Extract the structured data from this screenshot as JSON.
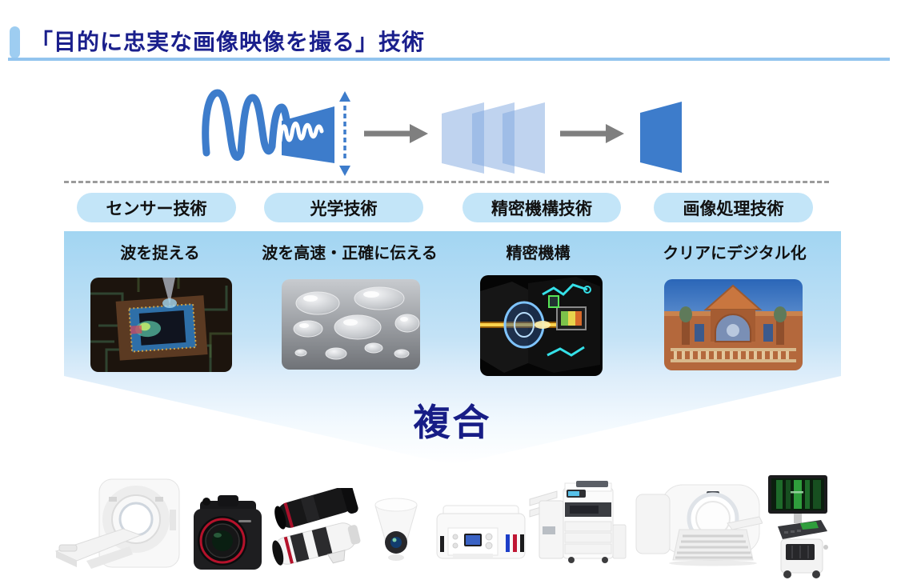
{
  "page": {
    "title": "「目的に忠実な画像映像を撮る」技術"
  },
  "colors": {
    "title_navy": "#1a1f8c",
    "header_accent_blue": "#9ecdf1",
    "underline_blue": "#92c4ee",
    "diagram_blue": "#3d7ccb",
    "pill_blue": "#c3e5f8",
    "band_top_blue": "#a2d5f2",
    "arrow_gray": "#7f7f7f",
    "merge_navy": "#171d86"
  },
  "diagram": {
    "icons": [
      "light-wave-icon",
      "capture-funnel-icon",
      "vertical-range-arrow-icon",
      "flow-arrow-icon",
      "lens-stack-icon",
      "flow-arrow-icon",
      "sensor-plane-icon"
    ]
  },
  "flow": {
    "stages": [
      {
        "pill": "センサー技術",
        "caption": "波を捉える",
        "image": "image-sensor-photo"
      },
      {
        "pill": "光学技術",
        "caption": "波を高速・正確に伝える",
        "image": "lens-elements-photo"
      },
      {
        "pill": "精密機構技術",
        "caption": "精密機構",
        "image": "stabilization-mechanism-photo"
      },
      {
        "pill": "画像処理技術",
        "caption": "クリアにデジタル化",
        "image": "digitized-building-photo"
      }
    ],
    "merge_label": "複合"
  },
  "products": {
    "icons": [
      "ct-scanner-image",
      "dslr-camera-image",
      "telephoto-lenses-image",
      "ptz-camera-image",
      "inkjet-printer-image",
      "office-mfp-image",
      "mri-scanner-image",
      "ultrasound-cart-image"
    ]
  }
}
